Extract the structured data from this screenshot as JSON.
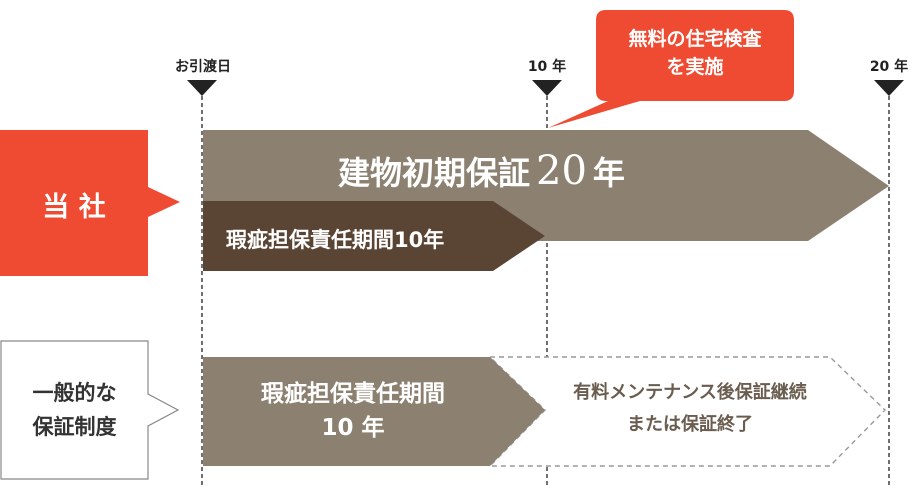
{
  "colors": {
    "red": "#ef4b32",
    "taupe": "#8c8171",
    "dark_brown": "#5a4535",
    "dashed_border": "#999999",
    "text_dark": "#222222"
  },
  "timeline": {
    "ticks": [
      {
        "key": "handover",
        "label": "お引渡日"
      },
      {
        "key": "y10",
        "label": "10 年"
      },
      {
        "key": "y20",
        "label": "20 年"
      }
    ]
  },
  "callout": {
    "line1": "無料の住宅検査",
    "line2": "を実施"
  },
  "company": {
    "label": "当 社",
    "main_bar_prefix": "建物初期保証",
    "main_bar_number": "20",
    "main_bar_unit": "年",
    "sub_bar_label": "瑕疵担保責任期間10年"
  },
  "general": {
    "label_line1": "一般的な",
    "label_line2": "保証制度",
    "bar_line1": "瑕疵担保責任期間",
    "bar_line2": "10 年",
    "paid_line1": "有料メンテナンス後保証継続",
    "paid_line2": "または保証終了"
  }
}
